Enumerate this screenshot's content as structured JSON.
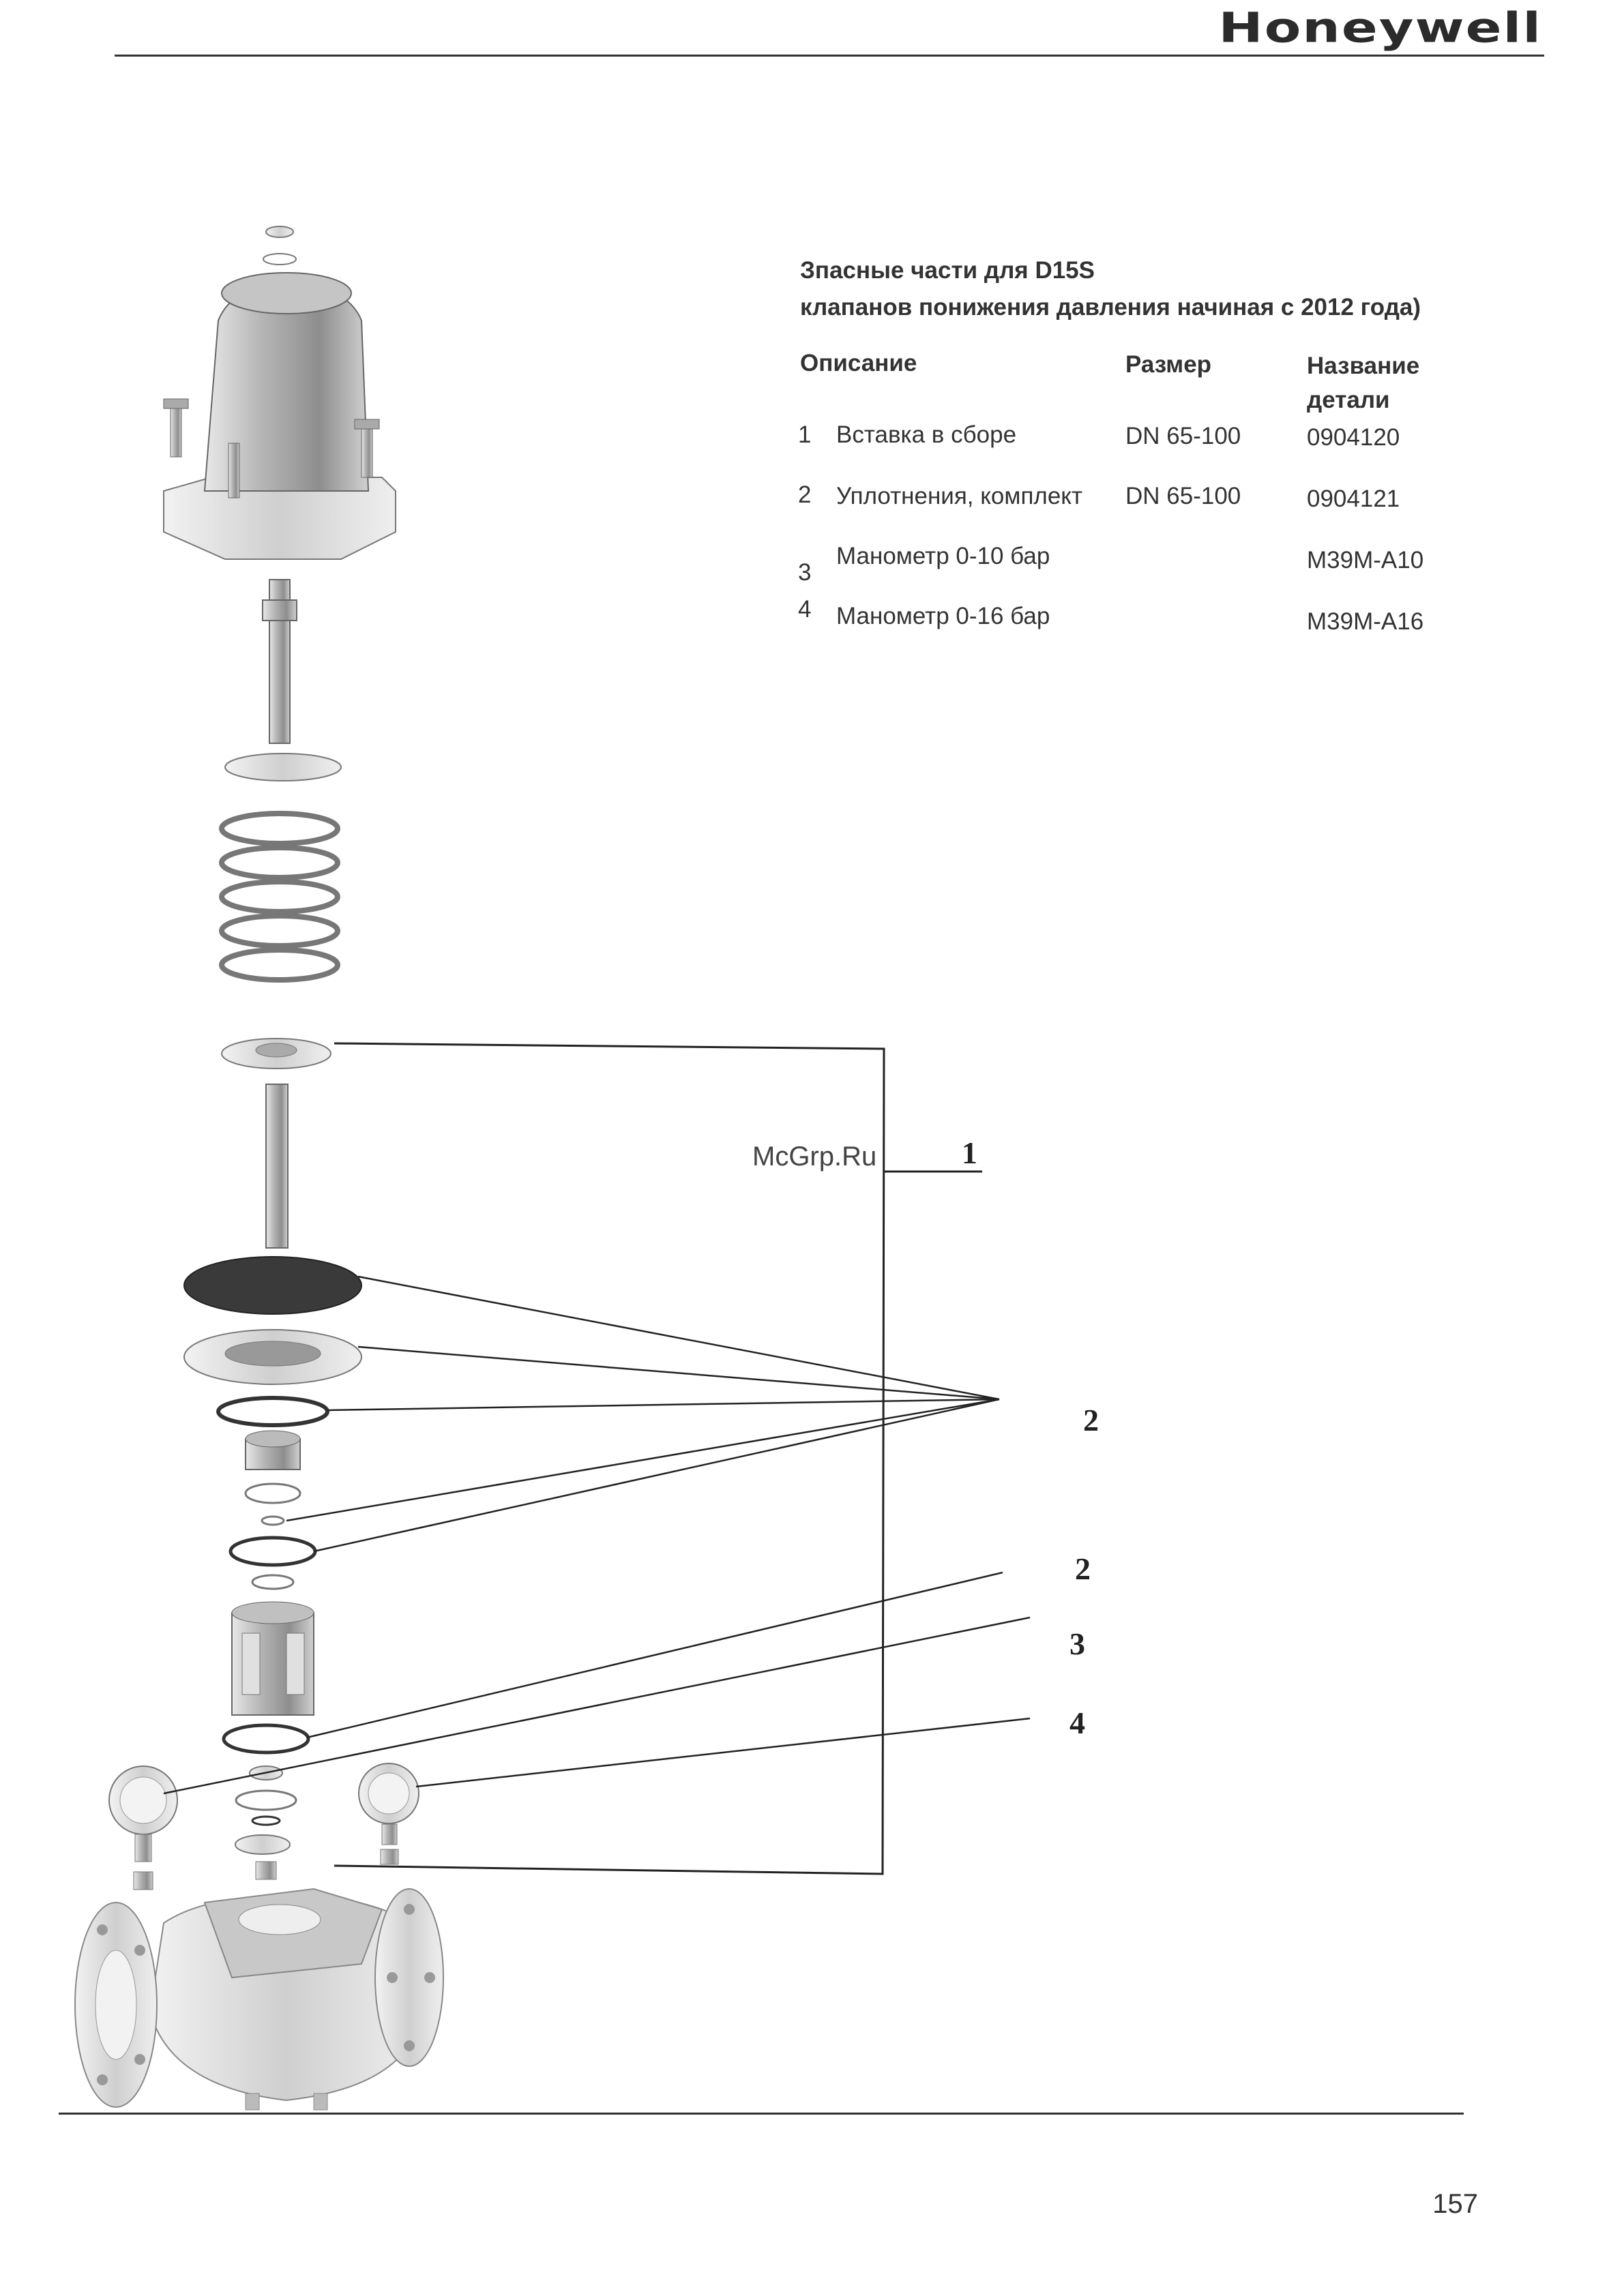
{
  "brand": "Honeywell",
  "page_number": "157",
  "watermark": "McGrp.Ru",
  "title": {
    "line1": "Зпасные части для D15S",
    "line2": " клапанов понижения давления начиная с 2012 года)"
  },
  "table": {
    "headers": {
      "description": "Описание",
      "size": "Размер",
      "part_name_line1": "Название",
      "part_name_line2": "детали"
    },
    "rows": [
      {
        "num": "1",
        "description": "Вставка в сборе",
        "size": "DN 65-100",
        "part": "0904120"
      },
      {
        "num": "2",
        "description": "Уплотнения, комплект",
        "size": "DN 65-100",
        "part": "0904121"
      },
      {
        "num": "3",
        "description": "Манометр 0-10 бар",
        "size": "",
        "part": "M39M-A10"
      },
      {
        "num": "4",
        "description": "Манометр 0-16 бар",
        "size": "",
        "part": "M39M-A16"
      }
    ]
  },
  "callouts": {
    "c1": "1",
    "c2a": "2",
    "c2b": "2",
    "c3": "3",
    "c4": "4"
  }
}
